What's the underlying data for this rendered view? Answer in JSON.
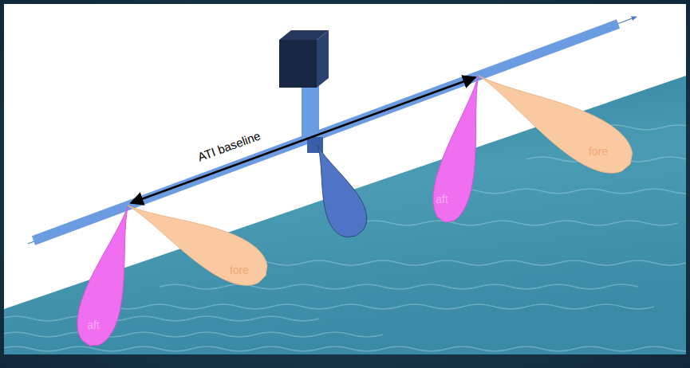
{
  "diagram": {
    "nodes": [
      {
        "text": [
          "aft"
        ]
      },
      {
        "text": [
          "fore"
        ]
      },
      {
        "text": [
          "aft"
        ]
      },
      {
        "text": [
          "fore"
        ]
      }
    ],
    "labels": [
      "ATI baseline"
    ]
  }
}
